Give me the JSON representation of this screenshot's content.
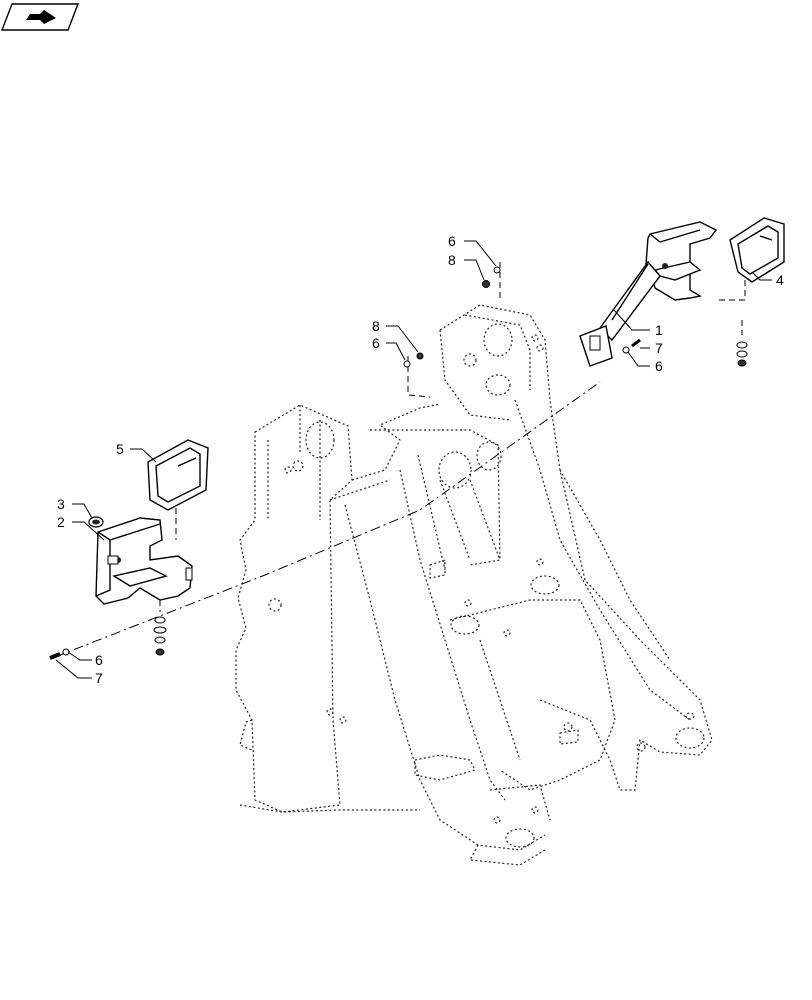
{
  "callouts": {
    "c1": "1",
    "c2": "2",
    "c3": "3",
    "c4": "4",
    "c5": "5",
    "c6_top": "6",
    "c8_top": "8",
    "c8_mid": "8",
    "c6_mid": "6",
    "c7_right": "7",
    "c6_right": "6",
    "c6_left": "6",
    "c7_left": "7"
  },
  "icons": {
    "nav": "navigation-arrow-icon"
  }
}
